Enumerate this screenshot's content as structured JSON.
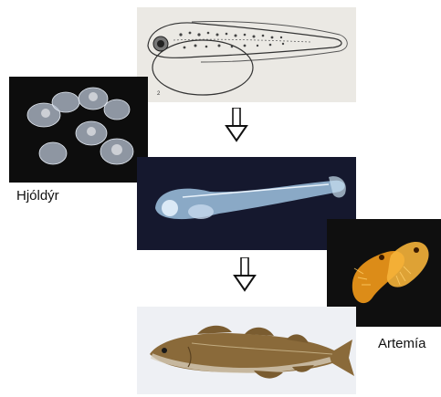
{
  "labels": {
    "rotifers": "Hjóldýr",
    "artemia": "Artemía"
  },
  "panels": [
    {
      "id": "larva-sketch",
      "figure_number": "2"
    },
    {
      "id": "rotifers-photo"
    },
    {
      "id": "larva-photo"
    },
    {
      "id": "artemia-photo"
    },
    {
      "id": "cod-photo"
    }
  ],
  "colors": {
    "dark_photo_bg": "#0d0d0d",
    "larva_photo_bg": "#15182e",
    "artemia_orange": "#f39a1a",
    "cod_body": "#8a6a3a",
    "snow_bg": "#eef0f4"
  },
  "icons": [
    "down-arrow-icon",
    "down-arrow-icon"
  ]
}
